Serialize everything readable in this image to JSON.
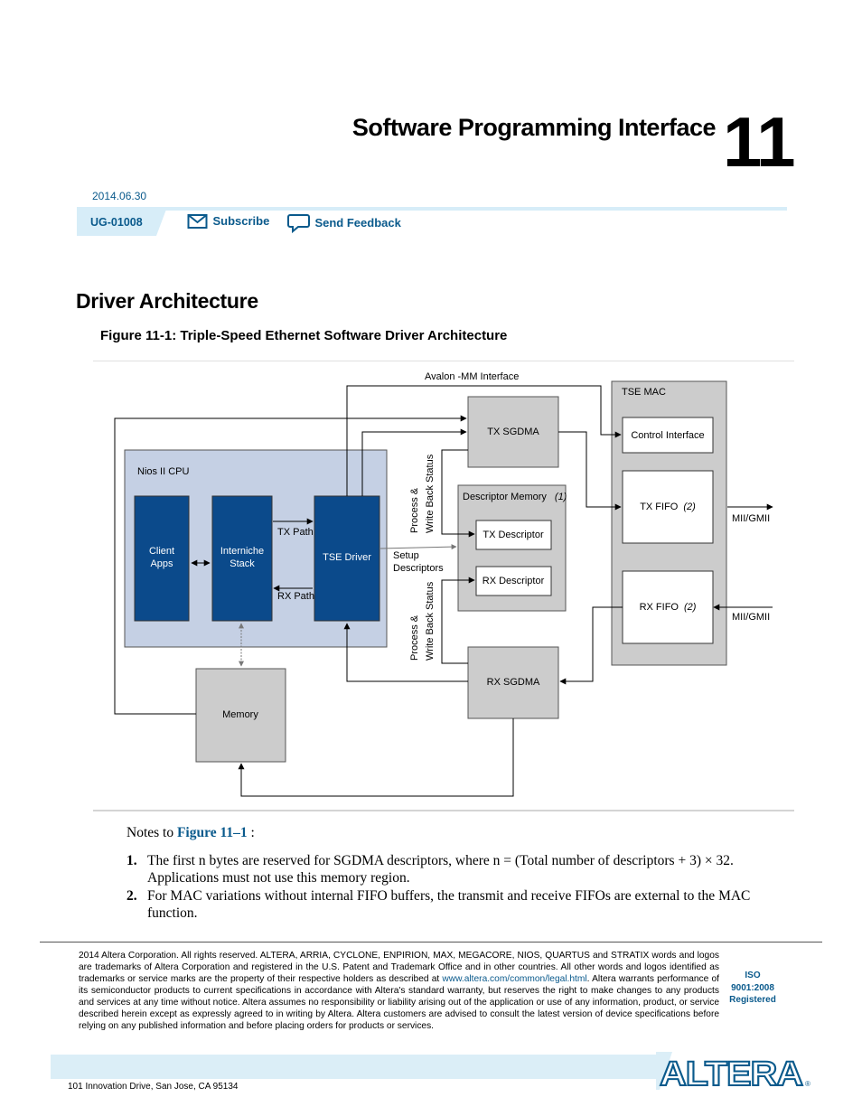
{
  "header": {
    "chapter_title": "Software Programming Interface",
    "chapter_number": "11",
    "date": "2014.06.30",
    "doc_id": "UG-01008",
    "subscribe_label": "Subscribe",
    "feedback_label": "Send Feedback"
  },
  "section": {
    "title": "Driver Architecture",
    "figure_caption": "Figure 11-1: Triple-Speed Ethernet Software Driver Architecture"
  },
  "diagram": {
    "avalon_label": "Avalon -MM Interface",
    "tse_mac_label": "TSE MAC",
    "control_interface": "Control Interface",
    "tx_fifo": "TX FIFO",
    "tx_fifo_note": "(2)",
    "rx_fifo": "RX FIFO",
    "rx_fifo_note": "(2)",
    "mii_gmii_tx": "MII/GMII",
    "mii_gmii_rx": "MII/GMII",
    "tx_sgdma": "TX SGDMA",
    "rx_sgdma": "RX SGDMA",
    "descriptor_memory": "Descriptor Memory",
    "descriptor_memory_note": "(1)",
    "tx_descriptor": "TX Descriptor",
    "rx_descriptor": "RX Descriptor",
    "nios_cpu": "Nios II CPU",
    "client_apps_1": "Client",
    "client_apps_2": "Apps",
    "interniche_1": "Interniche",
    "interniche_2": "Stack",
    "tse_driver": "TSE Driver",
    "tx_path": "TX Path",
    "rx_path": "RX Path",
    "setup_1": "Setup",
    "setup_2": "Descriptors",
    "process_1": "Process &",
    "process_2": "Write Back Status",
    "memory": "Memory",
    "colors": {
      "blue_block": "#0b4a8b",
      "nios_bg": "#c5d0e4",
      "grey_block": "#cccccc"
    }
  },
  "notes": {
    "prefix": "Notes to",
    "figure_ref": "Figure 11–1",
    "suffix": ":",
    "items": [
      {
        "num": "1.",
        "text": "The first n bytes are reserved for SGDMA descriptors, where n = (Total number of descriptors + 3) × 32. Applications must not use this memory region."
      },
      {
        "num": "2.",
        "text": "For MAC variations without internal FIFO buffers, the transmit and receive FIFOs are external to the MAC function."
      }
    ]
  },
  "footer": {
    "legal_1": "2014 Altera Corporation. All rights reserved. ALTERA, ARRIA, CYCLONE, ENPIRION, MAX, MEGACORE, NIOS, QUARTUS and STRATIX words and logos are trademarks of Altera Corporation and registered in the U.S. Patent and Trademark Office and in other countries. All other words and logos identified as trademarks or service marks are the property of their respective holders as described at",
    "legal_link": "www.altera.com/common/legal.html",
    "legal_2": ". Altera warrants performance of its semiconductor products to current specifications in accordance with Altera's standard warranty, but reserves the right to make changes to any products and services at any time without notice. Altera assumes no responsibility or liability arising out of the application or use of any information, product, or service described herein except as expressly agreed to in writing by Altera. Altera customers are advised to consult the latest version of device specifications before relying on any published information and before placing orders for products or services.",
    "iso_1": "ISO",
    "iso_2": "9001:2008",
    "iso_3": "Registered",
    "address": "101 Innovation Drive, San Jose, CA 95134",
    "logo_text": "ALTERA"
  }
}
